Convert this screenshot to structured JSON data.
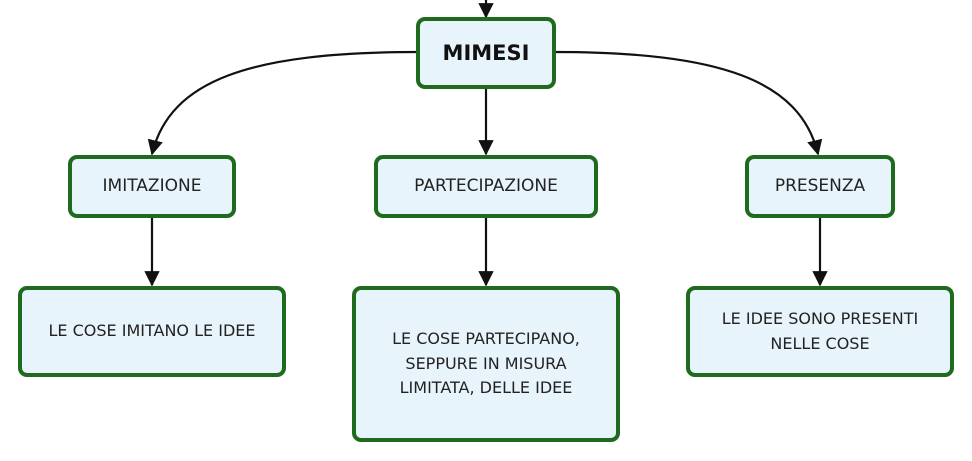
{
  "diagram": {
    "root": {
      "label": "MIMESI"
    },
    "branches": [
      {
        "label": "IMITAZIONE",
        "detail": "LE COSE IMITANO LE IDEE"
      },
      {
        "label": "PARTECIPAZIONE",
        "detail": "LE COSE PARTECIPANO, SEPPURE IN MISURA LIMITATA, DELLE IDEE"
      },
      {
        "label": "PRESENZA",
        "detail": "LE IDEE SONO PRESENTI NELLE COSE"
      }
    ],
    "colors": {
      "border": "#1e6b1e",
      "fill": "#e8f4fc",
      "connector": "#111111"
    }
  }
}
